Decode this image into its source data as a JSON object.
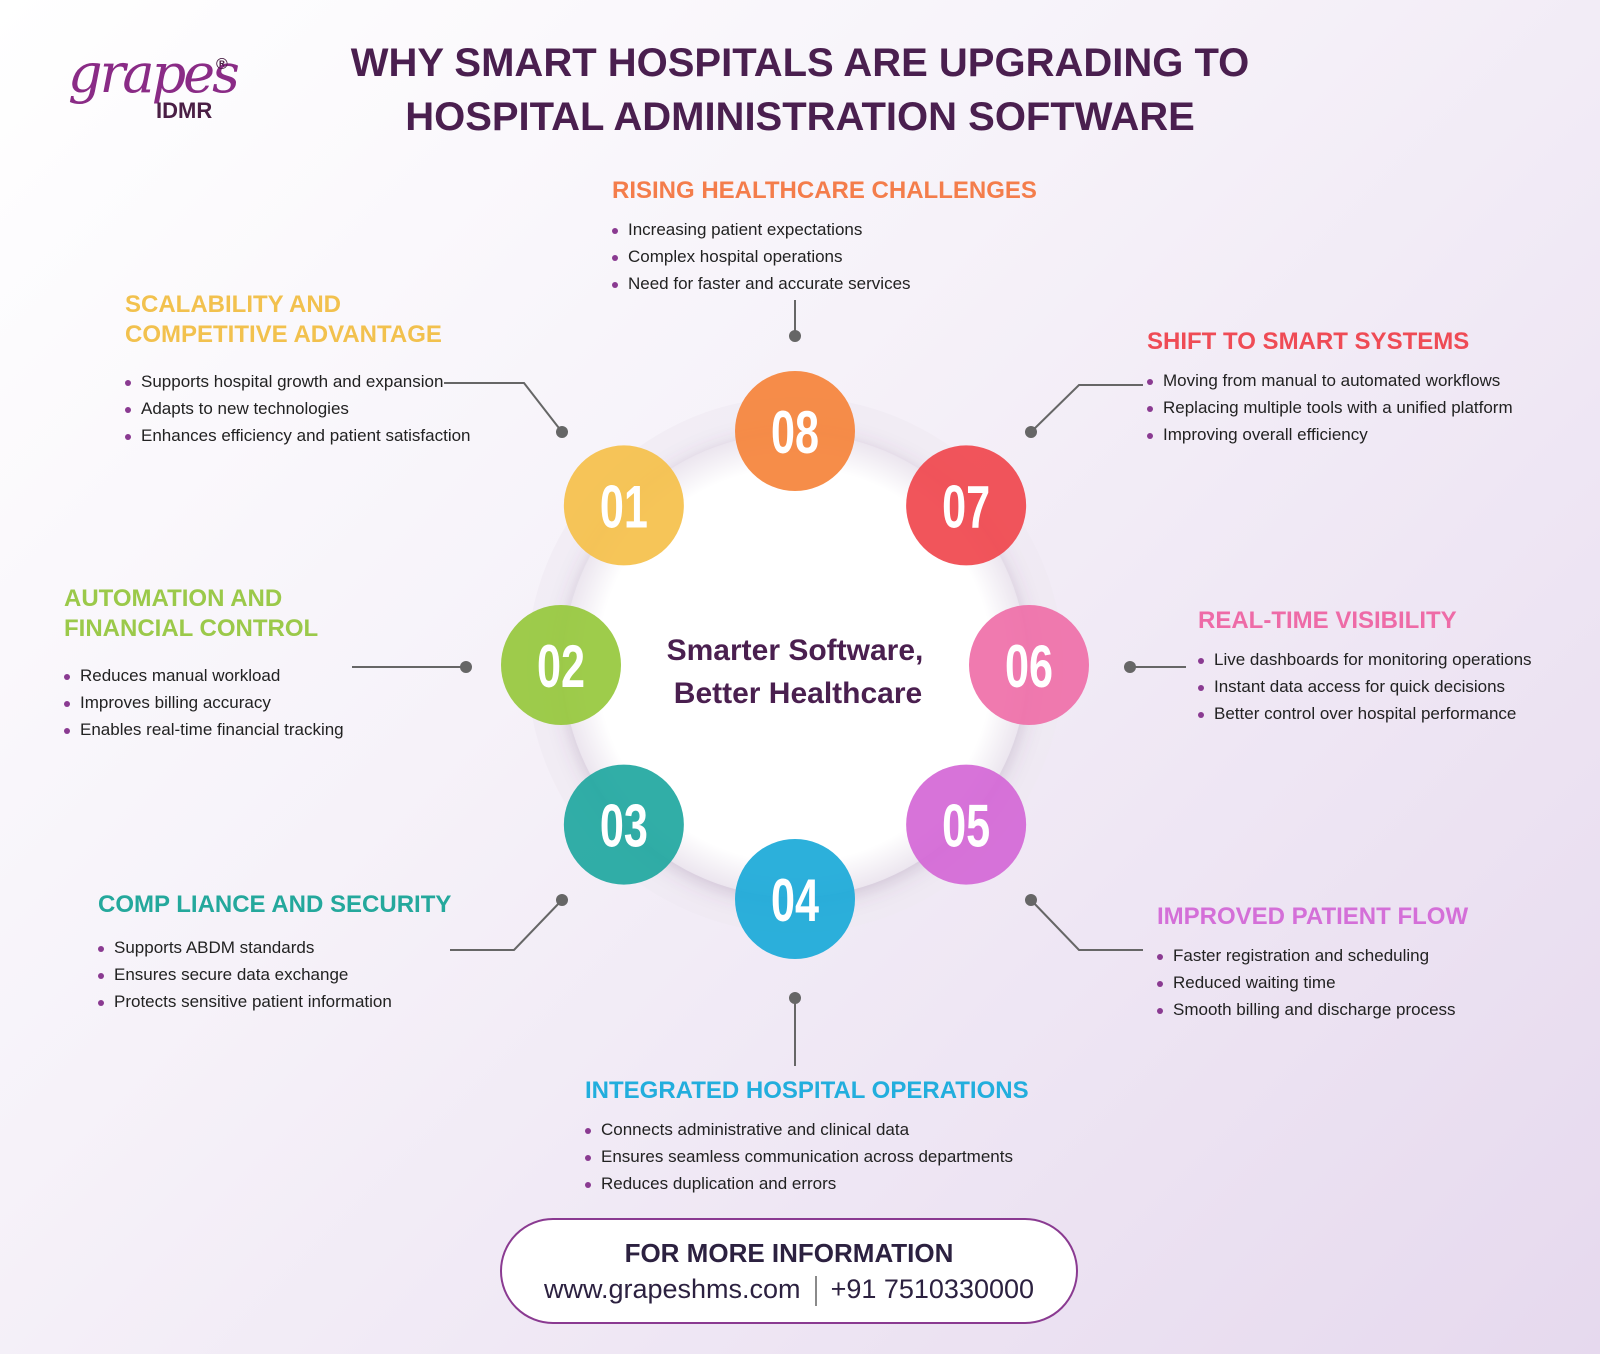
{
  "logo": {
    "main": "grapes",
    "registered": "®",
    "sub": "IDMR"
  },
  "title": {
    "line1": "WHY SMART HOSPITALS ARE UPGRADING TO",
    "line2": "HOSPITAL ADMINISTRATION SOFTWARE"
  },
  "center": {
    "line1": "Smarter Software,",
    "line2": "Better Healthcare"
  },
  "steps": [
    {
      "num": "01",
      "color": "#f5c04a"
    },
    {
      "num": "02",
      "color": "#96c83c"
    },
    {
      "num": "03",
      "color": "#1fa7a0"
    },
    {
      "num": "04",
      "color": "#1aa9d8"
    },
    {
      "num": "05",
      "color": "#d467d6"
    },
    {
      "num": "06",
      "color": "#ef6fa8"
    },
    {
      "num": "07",
      "color": "#f0474d"
    },
    {
      "num": "08",
      "color": "#f5833a"
    }
  ],
  "sections": {
    "s01": {
      "title1": "SCALABILITY AND",
      "title2": "COMPETITIVE ADVANTAGE",
      "color": "#f2c14e",
      "bullets": [
        "Supports hospital growth and expansion",
        "Adapts to new technologies",
        "Enhances efficiency and patient satisfaction"
      ]
    },
    "s02": {
      "title1": "AUTOMATION AND",
      "title2": "FINANCIAL CONTROL",
      "color": "#9bc94a",
      "bullets": [
        "Reduces manual workload",
        "Improves billing accuracy",
        "Enables real-time financial tracking"
      ]
    },
    "s03": {
      "title1": "COMP LIANCE AND SECURITY",
      "color": "#24a89c",
      "bullets": [
        "Supports ABDM standards",
        "Ensures secure data exchange",
        "Protects sensitive patient information"
      ]
    },
    "s04": {
      "title1": "INTEGRATED HOSPITAL OPERATIONS",
      "color": "#22aedd",
      "bullets": [
        "Connects administrative and clinical data",
        "Ensures seamless communication across departments",
        "Reduces duplication and errors"
      ]
    },
    "s05": {
      "title1": "IMPROVED PATIENT FLOW",
      "color": "#d46fd8",
      "bullets": [
        "Faster registration and scheduling",
        "Reduced waiting time",
        "Smooth billing and discharge process"
      ]
    },
    "s06": {
      "title1": "REAL-TIME VISIBILITY",
      "color": "#ee6ba7",
      "bullets": [
        "Live dashboards for monitoring operations",
        "Instant data access for quick decisions",
        "Better control over hospital performance"
      ]
    },
    "s07": {
      "title1": "SHIFT TO SMART SYSTEMS",
      "color": "#ef4b55",
      "bullets": [
        "Moving from manual to automated workflows",
        "Replacing multiple tools with a unified platform",
        "Improving overall efficiency"
      ]
    },
    "s08": {
      "title1": "RISING HEALTHCARE CHALLENGES",
      "color": "#f47d4b",
      "bullets": [
        "Increasing patient expectations",
        "Complex hospital operations",
        "Need for faster and accurate services"
      ]
    }
  },
  "footer": {
    "label": "FOR MORE INFORMATION",
    "website": "www.grapeshms.com",
    "phone": "+91 7510330000"
  }
}
